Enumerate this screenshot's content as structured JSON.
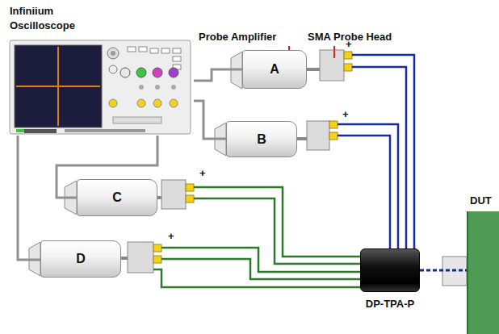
{
  "diagram": {
    "nodes": [
      {
        "text": [
          "Infiniium Oscilloscope"
        ]
      },
      {
        "text": [
          "A"
        ]
      },
      {
        "text": [
          "B"
        ]
      },
      {
        "text": [
          "C"
        ]
      },
      {
        "text": [
          "D"
        ]
      },
      {
        "text": [
          "DP-TPA-P"
        ]
      },
      {
        "text": [
          "DUT"
        ]
      }
    ],
    "edges": [
      {
        "from": 0,
        "to": 1,
        "arrow": "none"
      },
      {
        "from": 0,
        "to": 2,
        "arrow": "none"
      },
      {
        "from": 0,
        "to": 3,
        "arrow": "none"
      },
      {
        "from": 0,
        "to": 4,
        "arrow": "none"
      },
      {
        "from": 5,
        "to": 6,
        "arrow": "none"
      }
    ],
    "labels": [
      "Probe Amplifier",
      "SMA Probe Head",
      "+",
      "+",
      "+",
      "+"
    ]
  }
}
